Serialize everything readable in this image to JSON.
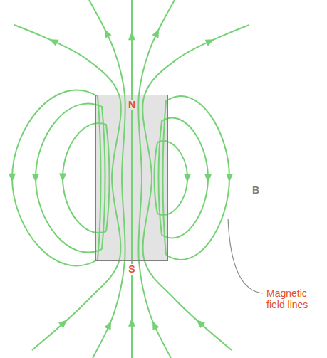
{
  "diagram": {
    "nodes": [
      {
        "text": [
          "N",
          "S"
        ]
      }
    ],
    "labels": [
      "B",
      "Magnetic field lines"
    ]
  }
}
